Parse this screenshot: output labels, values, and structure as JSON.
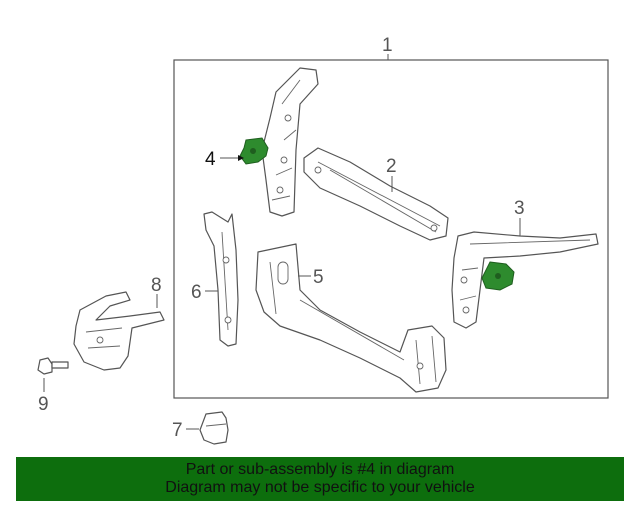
{
  "callouts": {
    "c1": "1",
    "c2": "2",
    "c3": "3",
    "c4": "4",
    "c5": "5",
    "c6": "6",
    "c7": "7",
    "c8": "8",
    "c9": "9"
  },
  "highlighted_part": "4",
  "colors": {
    "highlight": "#2e8b2e",
    "banner": "#0d6e0d"
  },
  "banner": {
    "line1": "Part or sub-assembly is #4 in diagram",
    "line2": "Diagram may not be specific to your vehicle"
  }
}
